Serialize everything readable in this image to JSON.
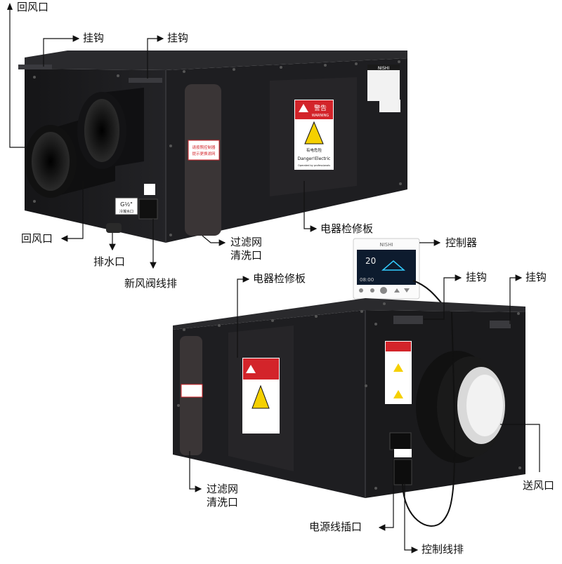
{
  "labels": {
    "return_air_top": "回风口",
    "hook_1": "挂钩",
    "hook_2": "挂钩",
    "return_air_bottom": "回风口",
    "drain_outlet": "排水口",
    "fresh_air_valve_terminal": "新风阀线排",
    "filter_port_top_line1": "过滤网",
    "filter_port_top_line2": "清洗口",
    "electrical_panel_top": "电器检修板",
    "controller": "控制器",
    "hook_3": "挂钩",
    "hook_4": "挂钩",
    "electrical_panel_bottom": "电器检修板",
    "filter_port_bottom_line1": "过滤网",
    "filter_port_bottom_line2": "清洗口",
    "supply_air_outlet": "送风口",
    "power_socket": "电源线插口",
    "control_terminal": "控制线排"
  },
  "device_text": {
    "warning_cn": "警告",
    "warning_en": "WARNING",
    "danger_cn": "有电危险",
    "danger_en": "Danger!Electric",
    "operated": "Operated by professionals",
    "filter_reminder_line1": "请按照控制器",
    "filter_reminder_line2": "提示更换滤网",
    "drain_size": "G½\"",
    "drain_tag": "冷凝水口",
    "brand": "NISHI",
    "controller_brand": "NISHI",
    "controller_temp": "20",
    "controller_time": "08:00"
  },
  "colors": {
    "body": "#1c1c1e",
    "body_top": "#2a2a2d",
    "warning_red": "#d3242a",
    "warning_yellow": "#f5d000",
    "controller_screen": "#0d1b2e"
  }
}
